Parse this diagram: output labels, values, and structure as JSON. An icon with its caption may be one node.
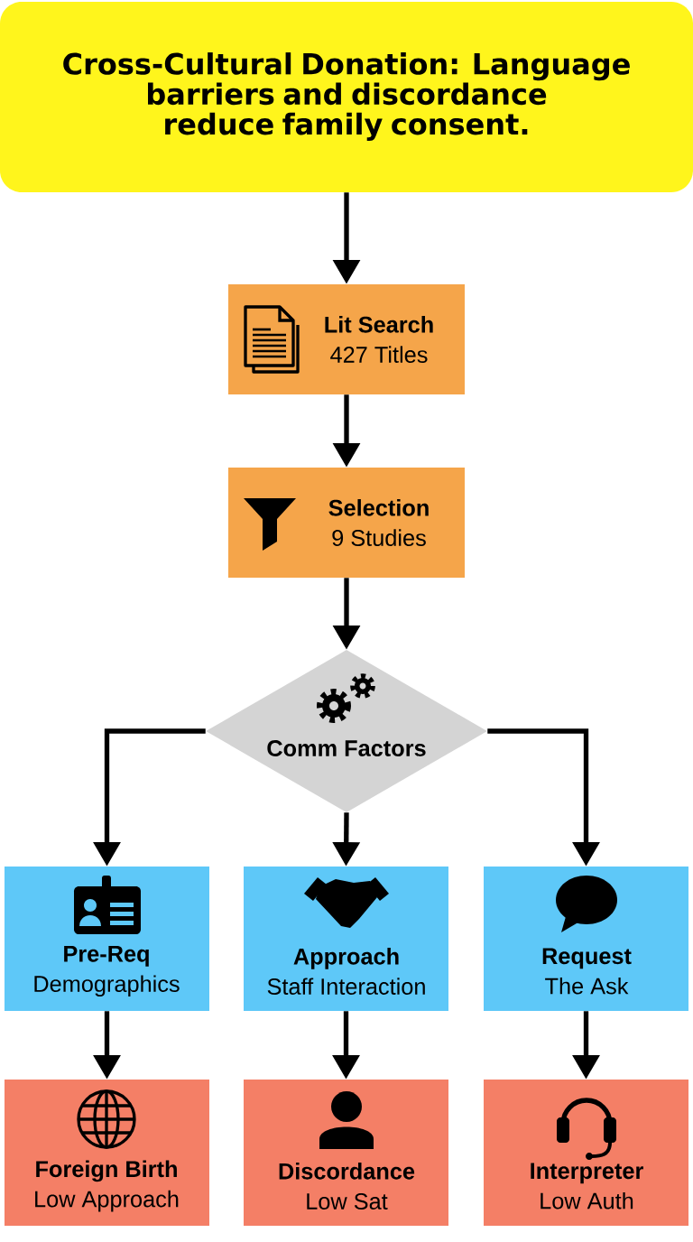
{
  "diagram": {
    "nodes": [
      {
        "text": [
          "Cross-Cultural Donation: Language barriers and discordance reduce family consent."
        ]
      },
      {
        "text": [
          "Lit Search",
          "427 Titles"
        ]
      },
      {
        "text": [
          "Selection",
          "9 Studies"
        ]
      },
      {
        "text": [
          "Comm Factors"
        ]
      },
      {
        "text": [
          "Pre-Req",
          "Demographics"
        ]
      },
      {
        "text": [
          "Approach",
          "Staff Interaction"
        ]
      },
      {
        "text": [
          "Request",
          "The Ask"
        ]
      },
      {
        "text": [
          "Foreign Birth",
          "Low Approach"
        ]
      },
      {
        "text": [
          "Discordance",
          "Low Sat"
        ]
      },
      {
        "text": [
          "Interpreter",
          "Low Auth"
        ]
      }
    ],
    "edges": [
      {
        "from": 0,
        "to": 1,
        "arrow": "to"
      },
      {
        "from": 1,
        "to": 2,
        "arrow": "to"
      },
      {
        "from": 2,
        "to": 3,
        "arrow": "to"
      },
      {
        "from": 3,
        "to": 4,
        "arrow": "to"
      },
      {
        "from": 3,
        "to": 5,
        "arrow": "to"
      },
      {
        "from": 3,
        "to": 6,
        "arrow": "to"
      },
      {
        "from": 4,
        "to": 7,
        "arrow": "to"
      },
      {
        "from": 5,
        "to": 8,
        "arrow": "to"
      },
      {
        "from": 6,
        "to": 9,
        "arrow": "to"
      }
    ]
  }
}
